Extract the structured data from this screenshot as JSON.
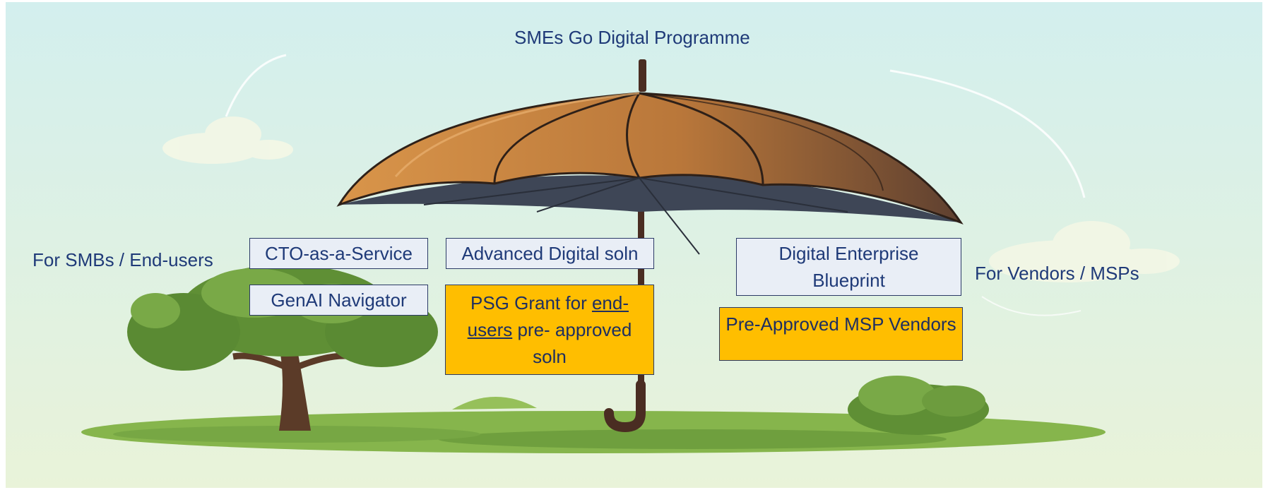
{
  "title": "SMEs Go Digital Programme",
  "side_labels": {
    "left": "For SMBs / End-users",
    "right": "For Vendors / MSPs"
  },
  "boxes": {
    "cto": "CTO-as-a-Service",
    "genai": "GenAI Navigator",
    "advanced": "Advanced Digital soln",
    "psg": {
      "part1": "PSG Grant for ",
      "underlined": "end-users",
      "part2": " pre- approved soln"
    },
    "dep": "Digital Enterprise Blueprint",
    "msp": "Pre-Approved MSP Vendors"
  },
  "colors": {
    "text": "#1f3a78",
    "highlight": "#ffbe00",
    "box_light": "#e9eef6",
    "sky_top": "#d3efee",
    "sky_bottom": "#e9f3d9",
    "grass": "#7fb24a",
    "umbrella_canopy": "#c8823e",
    "umbrella_dark": "#5a3a2a"
  },
  "illustration": {
    "elements": [
      "umbrella",
      "tree",
      "bush",
      "grass-ground",
      "clouds",
      "wind-lines"
    ]
  }
}
